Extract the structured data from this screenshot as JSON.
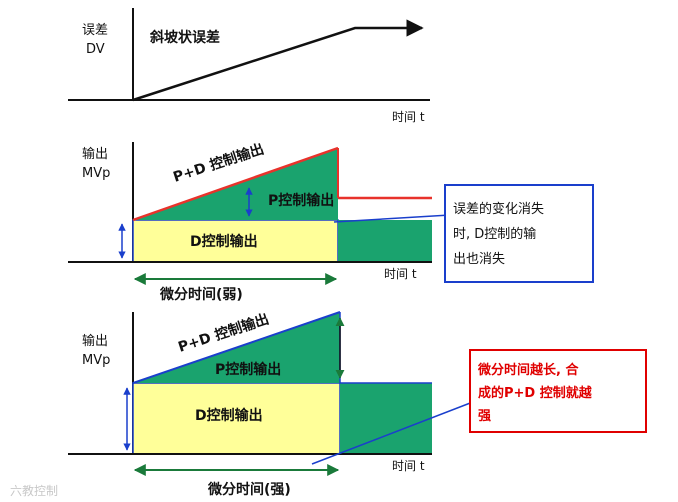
{
  "top_panel": {
    "y_label_line1": "误差",
    "y_label_line2": "DV",
    "curve_label": "斜坡状误差",
    "x_label": "时间  t"
  },
  "middle_panel": {
    "y_label_line1": "输出",
    "y_label_line2": "MVp",
    "pd_label": "P+D 控制输出",
    "p_label": "P控制输出",
    "d_label": "D控制输出",
    "x_label": "时间  t",
    "span_label": "微分时间(弱)",
    "note_lines": [
      "误差的变化消失",
      "时, D控制的输",
      "出也消失"
    ]
  },
  "bottom_panel": {
    "y_label_line1": "输出",
    "y_label_line2": "MVp",
    "pd_label": "P+D 控制输出",
    "p_label": "P控制输出",
    "d_label": "D控制输出",
    "x_label": "时间  t",
    "span_label": "微分时间(强)",
    "note_lines": [
      "微分时间越长, 合",
      "成的P+D 控制就越",
      "强"
    ]
  },
  "watermark": "六教控制",
  "colors": {
    "p_fill": "#1aa36e",
    "d_fill": "#ffff99",
    "line_red": "#e8322b",
    "line_blue": "#1a3fcc",
    "arrow_green": "#1a7a3a",
    "note_red": "#e00000"
  }
}
